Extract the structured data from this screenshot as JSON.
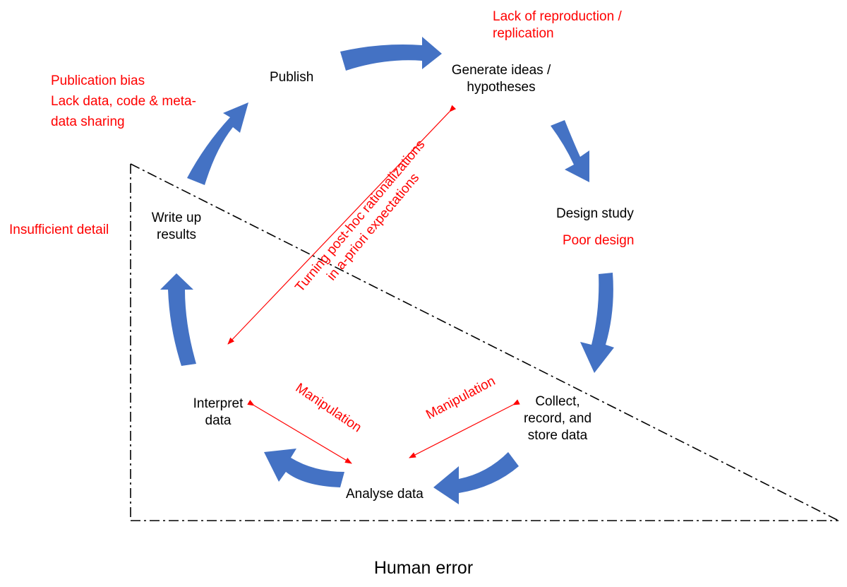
{
  "stages": {
    "publish": "Publish",
    "generate": [
      "Generate ideas /",
      "hypotheses"
    ],
    "design": "Design study",
    "collect": [
      "Collect,",
      "record, and",
      "store data"
    ],
    "analyse": "Analyse data",
    "interpret": [
      "Interpret",
      "data"
    ],
    "writeup": [
      "Write up",
      "results"
    ]
  },
  "issues": {
    "replication": [
      "Lack of reproduction /",
      "replication"
    ],
    "publication": [
      "Publication bias",
      "Lack data, code & meta-",
      "data sharing"
    ],
    "design": "Poor design",
    "insufficient": "Insufficient detail",
    "manipulation_left": "Manipulation",
    "manipulation_right": "Manipulation",
    "harking": [
      "Turning post-hoc rationalizations",
      "in a-priori expectations"
    ]
  },
  "footer": "Human error",
  "colors": {
    "arrow": "#4472C4",
    "issue": "#FF0000",
    "triangle": "#000000"
  }
}
